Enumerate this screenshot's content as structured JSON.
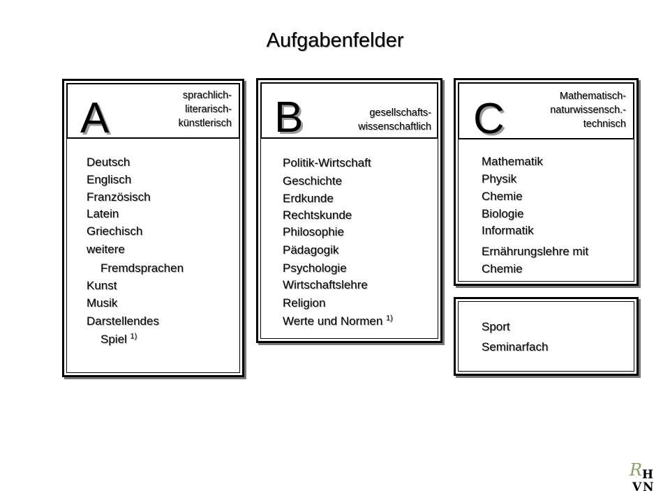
{
  "title": "Aufgabenfelder",
  "fields": {
    "a": {
      "letter": "A",
      "subtitle": [
        "sprachlich-",
        "literarisch-",
        "künstlerisch"
      ],
      "subjects": [
        "Deutsch",
        "Englisch",
        "Französisch",
        "Latein",
        "Griechisch",
        "weitere",
        "Fremdsprachen",
        "Kunst",
        "Musik",
        "Darstellendes",
        "Spiel"
      ],
      "footnote_mark": "1)"
    },
    "b": {
      "letter": "B",
      "subtitle": [
        "gesellschafts-",
        "wissenschaftlich"
      ],
      "subjects": [
        "Politik-Wirtschaft",
        "Geschichte",
        "Erdkunde",
        "Rechtskunde",
        "Philosophie",
        "Pädagogik",
        "Psychologie",
        "Wirtschaftslehre",
        "Religion",
        "Werte und Normen"
      ],
      "footnote_mark": "1)"
    },
    "c": {
      "letter": "C",
      "subtitle": [
        "Mathematisch-",
        "naturwissensch.-",
        "technisch"
      ],
      "subjects": [
        "Mathematik",
        "Physik",
        "Chemie",
        "Biologie",
        "Informatik",
        "Ernährungslehre mit",
        "Chemie"
      ]
    }
  },
  "extra": {
    "subjects": [
      "Sport",
      "Seminarfach"
    ]
  },
  "logo": {
    "text": "RHVN",
    "script_color": "#8aa06a"
  }
}
